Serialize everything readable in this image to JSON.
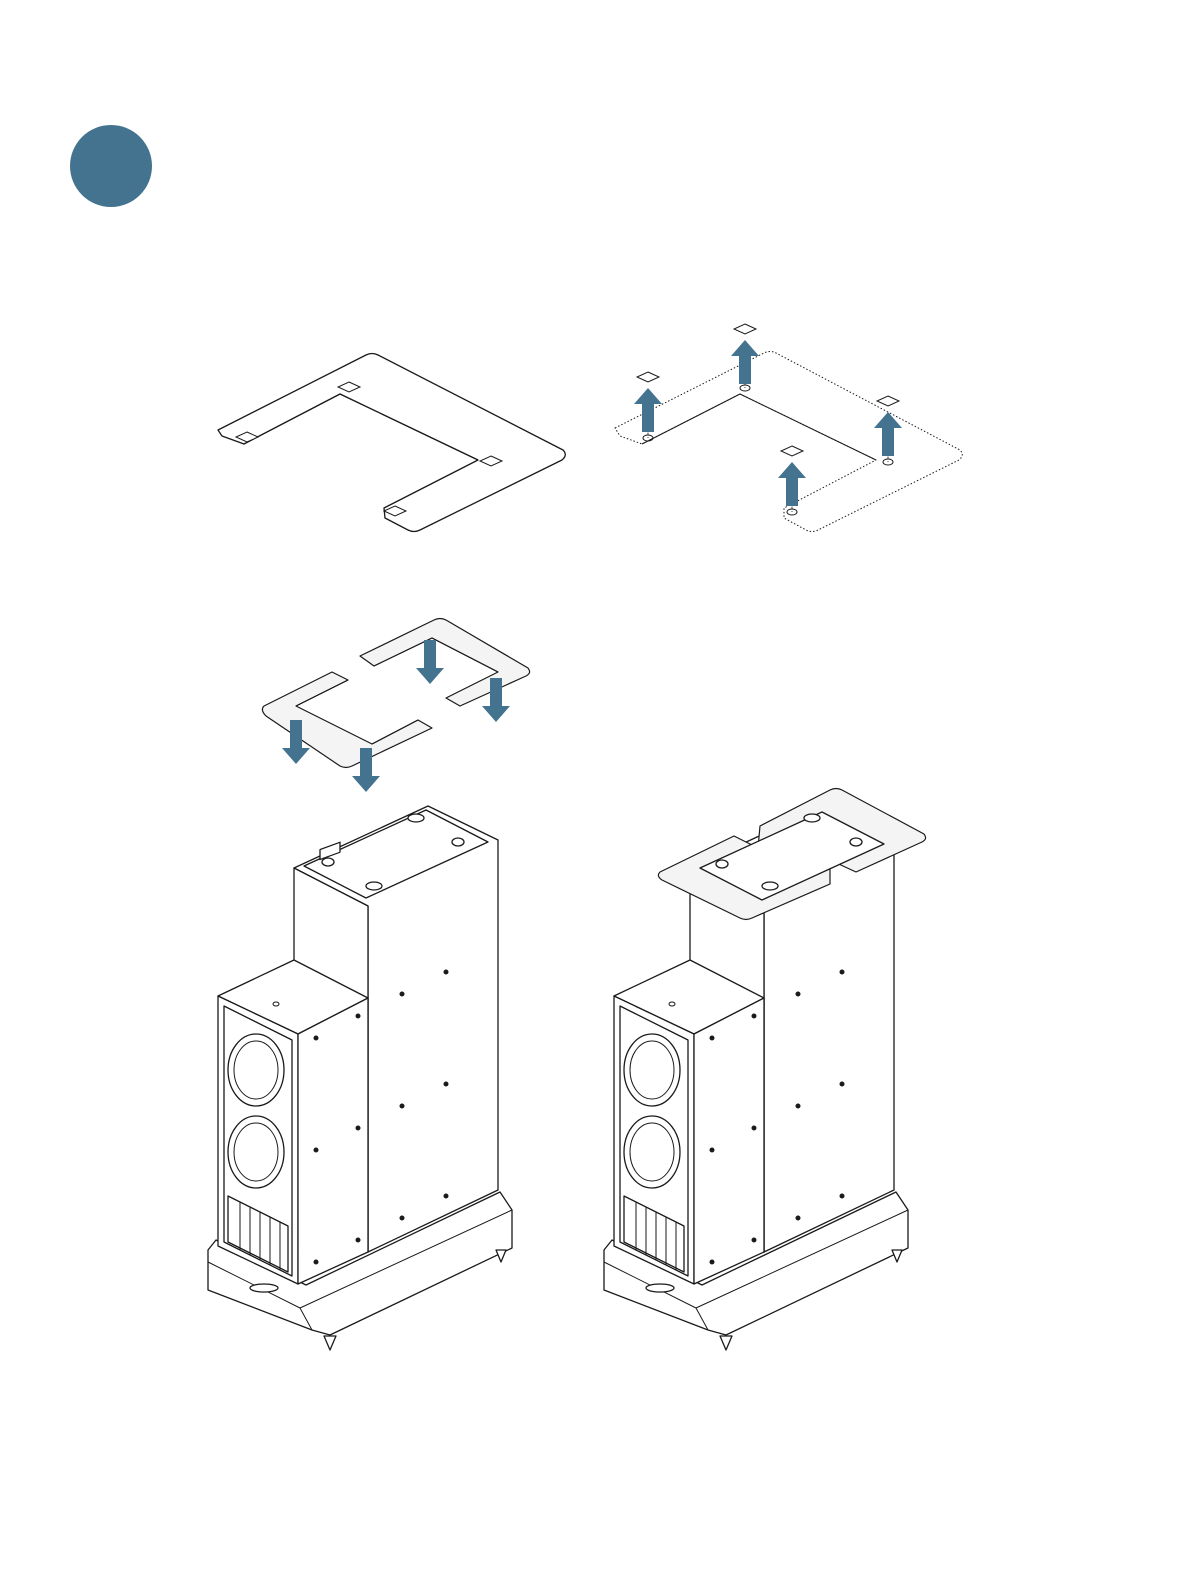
{
  "step": {
    "color": "#44738f"
  },
  "icons": {
    "arrow_color": "#44738f",
    "badge": "step-circle-icon",
    "panel_1": "template-with-pads",
    "panel_2": "pads-lift-off",
    "panel_3": "template-placement-on-speaker",
    "panel_4": "template-on-speaker"
  }
}
